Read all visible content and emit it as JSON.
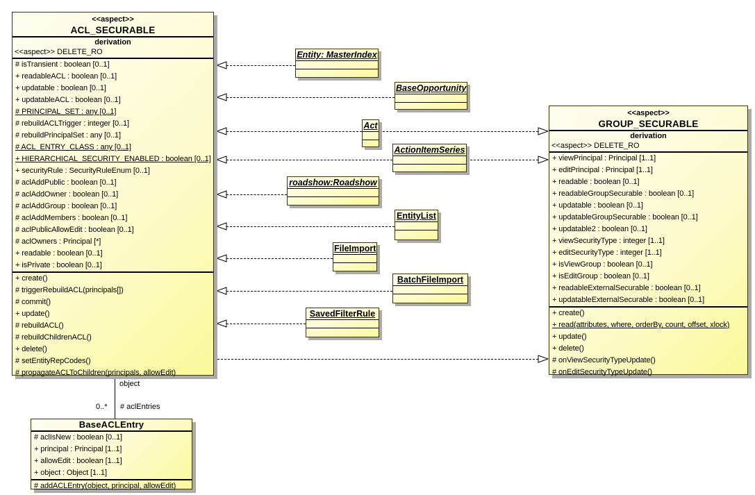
{
  "colors": {
    "box_fill_light": "#fffdf0",
    "box_fill_dark": "#fbf99a",
    "box_border": "#3b3800",
    "box_shadow": "#ababab"
  },
  "acl": {
    "stereotype": "<<aspect>>",
    "name": "ACL_SECURABLE",
    "tag": "derivation",
    "substereotype": "<<aspect>> DELETE_RO",
    "attributes": [
      {
        "text": "# isTransient : boolean [0..1]",
        "u": false
      },
      {
        "text": "+ readableACL : boolean [0..1]",
        "u": false
      },
      {
        "text": "+ updatable : boolean [0..1]",
        "u": false
      },
      {
        "text": "+ updatableACL : boolean [0..1]",
        "u": false
      },
      {
        "text": "# PRINCIPAL_SET : any [0..1]",
        "u": true
      },
      {
        "text": "# rebuildACLTrigger : integer [0..1]",
        "u": false
      },
      {
        "text": "# rebuildPrincipalSet : any [0..1]",
        "u": false
      },
      {
        "text": "# ACL_ENTRY_CLASS : any [0..1]",
        "u": true
      },
      {
        "text": "+ HIERARCHICAL_SECURITY_ENABLED : boolean [0..1]",
        "u": true
      },
      {
        "text": "+ securityRule : SecurityRuleEnum [0..1]",
        "u": false
      },
      {
        "text": "# aclAddPublic : boolean [0..1]",
        "u": false
      },
      {
        "text": "# aclAddOwner : boolean [0..1]",
        "u": false
      },
      {
        "text": "# aclAddGroup : boolean [0..1]",
        "u": false
      },
      {
        "text": "# aclAddMembers : boolean [0..1]",
        "u": false
      },
      {
        "text": "# aclPublicAllowEdit : boolean [0..1]",
        "u": false
      },
      {
        "text": "# aclOwners : Principal [*]",
        "u": false
      },
      {
        "text": "+ readable : boolean [0..1]",
        "u": false
      },
      {
        "text": "+ isPrivate : boolean [0..1]",
        "u": false
      }
    ],
    "operations": [
      {
        "text": "+ create()",
        "u": false
      },
      {
        "text": "# triggerRebuildACL(principals[])",
        "u": false
      },
      {
        "text": "# commit()",
        "u": false
      },
      {
        "text": "+ update()",
        "u": false
      },
      {
        "text": "# rebuildACL()",
        "u": false
      },
      {
        "text": "# rebuildChildrenACL()",
        "u": false
      },
      {
        "text": "+ delete()",
        "u": false
      },
      {
        "text": "# setEntityRepCodes()",
        "u": false
      },
      {
        "text": "# propagateACLToChildren(principals, allowEdit)",
        "u": false
      }
    ]
  },
  "group": {
    "stereotype": "<<aspect>>",
    "name": "GROUP_SECURABLE",
    "tag": "derivation",
    "substereotype": "<<aspect>> DELETE_RO",
    "attributes": [
      {
        "text": "+ viewPrincipal : Principal [1..1]",
        "u": false
      },
      {
        "text": "+ editPrincipal : Principal [1..1]",
        "u": false
      },
      {
        "text": "+ readable : boolean [0..1]",
        "u": false
      },
      {
        "text": "+ readableGroupSecurable : boolean [0..1]",
        "u": false
      },
      {
        "text": "+ updatable : boolean [0..1]",
        "u": false
      },
      {
        "text": "+ updatableGroupSecurable : boolean [0..1]",
        "u": false
      },
      {
        "text": "+ updatable2 : boolean [0..1]",
        "u": false
      },
      {
        "text": "+ viewSecurityType : integer [1..1]",
        "u": false
      },
      {
        "text": "+ editSecurityType : integer [1..1]",
        "u": false
      },
      {
        "text": "+ isViewGroup : boolean [0..1]",
        "u": false
      },
      {
        "text": "+ isEditGroup : boolean [0..1]",
        "u": false
      },
      {
        "text": "+ readableExternalSecurable : boolean [0..1]",
        "u": false
      },
      {
        "text": "+ updatableExternalSecurable : boolean [0..1]",
        "u": false
      }
    ],
    "operations": [
      {
        "text": "+ create()",
        "u": false
      },
      {
        "text": "+ read(attributes, where, orderBy, count, offset, xlock)",
        "u": true
      },
      {
        "text": "+ update()",
        "u": false
      },
      {
        "text": "+ delete()",
        "u": false
      },
      {
        "text": "# onViewSecurityTypeUpdate()",
        "u": false
      },
      {
        "text": "# onEditSecurityTypeUpdate()",
        "u": false
      }
    ]
  },
  "base_acl_entry": {
    "name": "BaseACLEntry",
    "attributes": [
      {
        "text": "# aclIsNew : boolean [0..1]",
        "u": false
      },
      {
        "text": "+ principal : Principal [1..1]",
        "u": false
      },
      {
        "text": "+ allowEdit : boolean [1..1]",
        "u": false
      },
      {
        "text": "+ object : Object [1..1]",
        "u": false
      }
    ],
    "operations": [
      {
        "text": "# addACLEntry(object, principal, allowEdit)",
        "u": true
      }
    ]
  },
  "mini_classes": [
    {
      "label": "Entity: MasterIndex",
      "italic": true
    },
    {
      "label": "BaseOpportunity",
      "italic": true
    },
    {
      "label": "Act",
      "italic": true
    },
    {
      "label": "ActionItemSeries",
      "italic": true
    },
    {
      "label": "roadshow:Roadshow",
      "italic": true
    },
    {
      "label": "EntityList",
      "italic": false
    },
    {
      "label": "FileImport",
      "italic": false
    },
    {
      "label": "BatchFileImport",
      "italic": false
    },
    {
      "label": "SavedFilterRule",
      "italic": false
    }
  ],
  "association": {
    "role_top": "object",
    "multiplicity": "0..*",
    "role_bottom": "# aclEntries"
  }
}
